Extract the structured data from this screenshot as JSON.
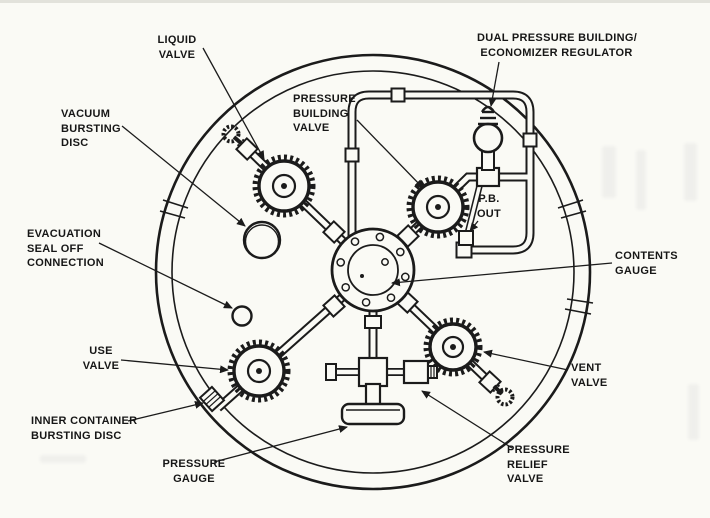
{
  "page": {
    "ink": "#1b1b1b",
    "paper": "#fafaf5"
  },
  "labels": {
    "liquid_valve": "LIQUID\nVALVE",
    "vacuum_bursting_disc": "VACUUM\nBURSTING\nDISC",
    "evacuation_seal_off_connection": "EVACUATION\nSEAL OFF\nCONNECTION",
    "use_valve": "USE\nVALVE",
    "inner_container_bursting_disc": "INNER CONTAINER\nBURSTING DISC",
    "pressure_gauge": "PRESSURE\nGAUGE",
    "pressure_building_valve": "PRESSURE\nBUILDING\nVALVE",
    "dual_pressure_regulator": "DUAL PRESSURE BUILDING/\n ECONOMIZER REGULATOR",
    "pb_out": "P.B.\nOUT",
    "contents_gauge": "CONTENTS\nGAUGE",
    "vent_valve": "VENT\nVALVE",
    "pressure_relief_valve": "PRESSURE\nRELIEF\nVALVE"
  }
}
